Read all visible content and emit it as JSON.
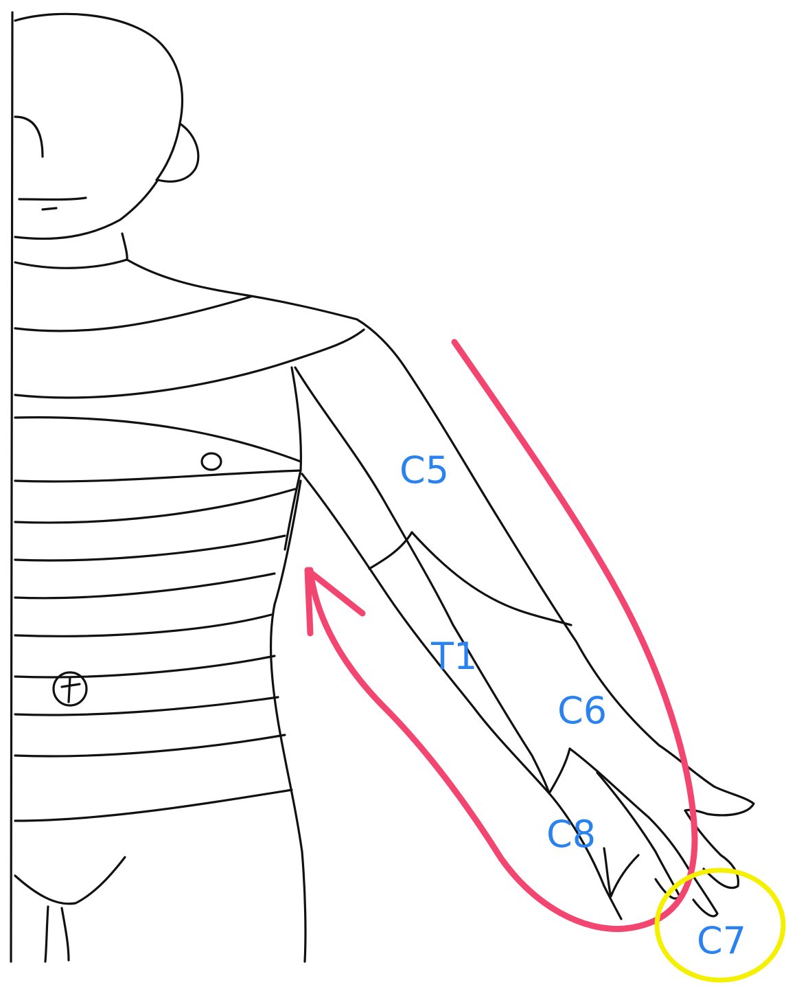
{
  "labels": {
    "c5": "C5",
    "t1": "T1",
    "c6": "C6",
    "c8": "C8",
    "c7": "C7"
  },
  "colors": {
    "label": "#2a82f0",
    "arrow": "#f2456f",
    "highlight": "#f5f000",
    "ink": "#111111"
  },
  "icons": {
    "left_nipple": "circle-mark-icon",
    "navel": "circled-plus-icon"
  }
}
